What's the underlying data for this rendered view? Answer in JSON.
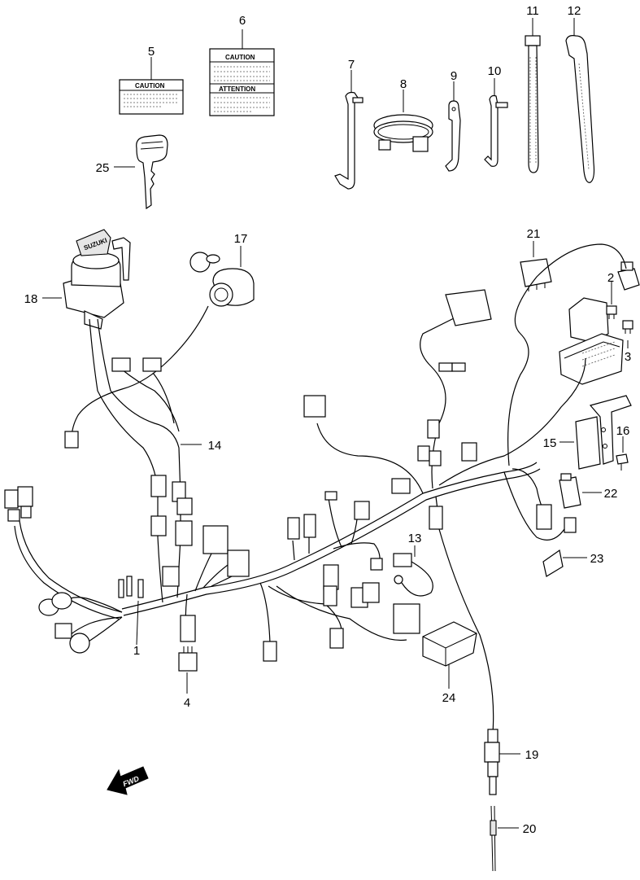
{
  "callouts": {
    "c1": "1",
    "c2": "2",
    "c3": "3",
    "c4": "4",
    "c5": "5",
    "c6": "6",
    "c7": "7",
    "c8": "8",
    "c9": "9",
    "c10": "10",
    "c11": "11",
    "c12": "12",
    "c13": "13",
    "c14": "14",
    "c15": "15",
    "c16": "16",
    "c17": "17",
    "c18": "18",
    "c19": "19",
    "c20": "20",
    "c21": "21",
    "c22": "22",
    "c23": "23",
    "c24": "24",
    "c25": "25"
  },
  "labels": {
    "caution_small": "CAUTION",
    "caution_large": "CAUTION",
    "attention": "ATTENTION",
    "fwd": "FWD",
    "key_brand": "SUZUKI"
  }
}
